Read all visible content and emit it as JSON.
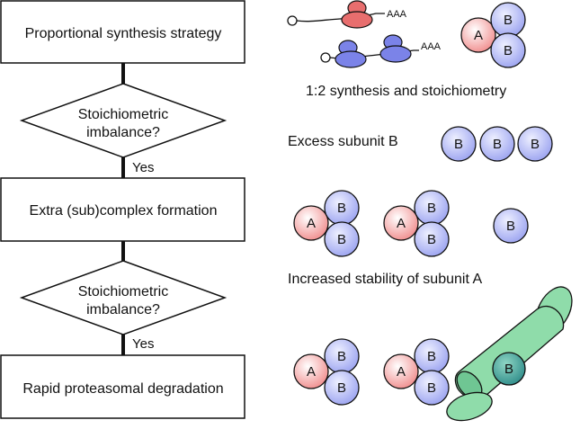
{
  "flow": {
    "step1": "Proportional synthesis strategy",
    "decision1_line1": "Stoichiometric",
    "decision1_line2": "imbalance?",
    "yes1": "Yes",
    "step2": "Extra (sub)complex formation",
    "decision2_line1": "Stoichiometric",
    "decision2_line2": "imbalance?",
    "yes2": "Yes",
    "step3": "Rapid proteasomal degradation"
  },
  "panel": {
    "poly_a": "AAA",
    "caption1": "1:2 synthesis and stoichiometry",
    "caption2": "Excess subunit B",
    "caption3": "Increased stability of subunit A",
    "subunit_a": "A",
    "subunit_b": "B"
  },
  "colors": {
    "subunit_a_fill": "#f2a4a4",
    "subunit_b_fill": "#b7bdf5",
    "proteasome_fill": "#8fdcaa",
    "ribosome_red": "#e86e6e",
    "ribosome_blue": "#7b83e8"
  }
}
